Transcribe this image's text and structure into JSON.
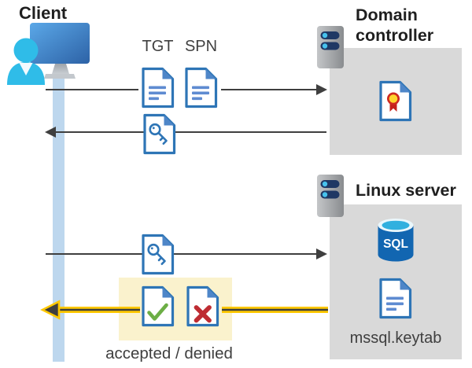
{
  "client": {
    "title": "Client"
  },
  "domain_controller": {
    "title": "Domain controller"
  },
  "linux_server": {
    "title": "Linux server",
    "database_label": "SQL",
    "keytab_label": "mssql.keytab"
  },
  "messages": {
    "request_tickets": {
      "tgt_label": "TGT",
      "spn_label": "SPN"
    },
    "auth_result": {
      "caption": "accepted / denied"
    }
  },
  "icons": [
    "client-user-monitor-icon",
    "server-icon",
    "certificate-document-icon",
    "document-icon",
    "key-document-icon",
    "sql-database-icon",
    "accepted-document-icon",
    "denied-document-icon"
  ],
  "colors": {
    "document_blue": "#2E75B6",
    "document_fold_blue": "#4E86C8",
    "document_line_blue": "#5E8BD1",
    "panel_gray": "#D9D9D9",
    "lifeline_blue": "#BDD7EE",
    "arrow_dark": "#3F3F3F",
    "arrow_yellow": "#FFC800",
    "highlight_yellow": "#FAF2CD",
    "accepted_green": "#6CAE45",
    "denied_red": "#BE2C32",
    "sql_blue": "#1266B1",
    "person_cyan": "#2FBCE8"
  }
}
